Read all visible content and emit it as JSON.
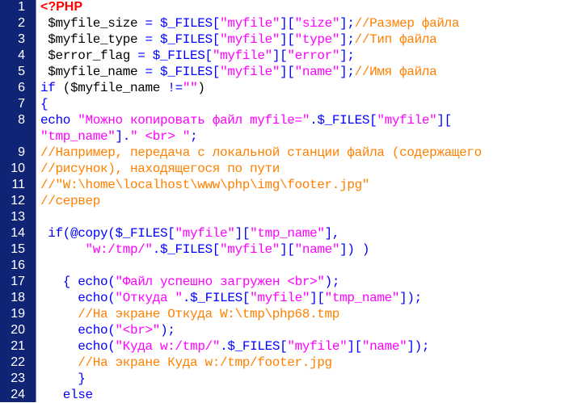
{
  "editor": {
    "lines": [
      {
        "num": "1",
        "tokens": [
          {
            "c": "ph",
            "t": "<?PHP"
          }
        ]
      },
      {
        "num": "2",
        "tokens": [
          {
            "c": "var",
            "t": " $myfile_size "
          },
          {
            "c": "op",
            "t": "= $_FILES["
          },
          {
            "c": "str",
            "t": "\"myfile\""
          },
          {
            "c": "op",
            "t": "]["
          },
          {
            "c": "str",
            "t": "\"size\""
          },
          {
            "c": "op",
            "t": "];"
          },
          {
            "c": "cmt",
            "t": "//Размер файла"
          }
        ]
      },
      {
        "num": "3",
        "tokens": [
          {
            "c": "var",
            "t": " $myfile_type "
          },
          {
            "c": "op",
            "t": "= $_FILES["
          },
          {
            "c": "str",
            "t": "\"myfile\""
          },
          {
            "c": "op",
            "t": "]["
          },
          {
            "c": "str",
            "t": "\"type\""
          },
          {
            "c": "op",
            "t": "];"
          },
          {
            "c": "cmt",
            "t": "//Тип файла"
          }
        ]
      },
      {
        "num": "4",
        "tokens": [
          {
            "c": "var",
            "t": " $error_flag "
          },
          {
            "c": "op",
            "t": "= $_FILES["
          },
          {
            "c": "str",
            "t": "\"myfile\""
          },
          {
            "c": "op",
            "t": "]["
          },
          {
            "c": "str",
            "t": "\"error\""
          },
          {
            "c": "op",
            "t": "];"
          }
        ]
      },
      {
        "num": "5",
        "tokens": [
          {
            "c": "var",
            "t": " $myfile_name "
          },
          {
            "c": "op",
            "t": "= $_FILES["
          },
          {
            "c": "str",
            "t": "\"myfile\""
          },
          {
            "c": "op",
            "t": "]["
          },
          {
            "c": "str",
            "t": "\"name\""
          },
          {
            "c": "op",
            "t": "];"
          },
          {
            "c": "cmt",
            "t": "//Имя файла"
          }
        ]
      },
      {
        "num": "6",
        "tokens": [
          {
            "c": "kw",
            "t": "if "
          },
          {
            "c": "pl",
            "t": "("
          },
          {
            "c": "var",
            "t": "$myfile_name "
          },
          {
            "c": "op",
            "t": "!="
          },
          {
            "c": "str",
            "t": "\"\""
          },
          {
            "c": "pl",
            "t": ")"
          }
        ]
      },
      {
        "num": "7",
        "tokens": [
          {
            "c": "op",
            "t": "{"
          }
        ]
      },
      {
        "num": "8",
        "tokens": [
          {
            "c": "kw",
            "t": "echo "
          },
          {
            "c": "str",
            "t": "\"Можно копировать файл myfile=\""
          },
          {
            "c": "op",
            "t": ".$_FILES["
          },
          {
            "c": "str",
            "t": "\"myfile\""
          },
          {
            "c": "op",
            "t": "]["
          }
        ]
      },
      {
        "num": "",
        "tokens": [
          {
            "c": "str",
            "t": "\"tmp_name\""
          },
          {
            "c": "op",
            "t": "]."
          },
          {
            "c": "str",
            "t": "\" <br> \""
          },
          {
            "c": "op",
            "t": ";"
          }
        ]
      },
      {
        "num": "9",
        "tokens": [
          {
            "c": "cmt",
            "t": "//Например, передача с локальной станции файла (содержащего"
          }
        ]
      },
      {
        "num": "10",
        "tokens": [
          {
            "c": "cmt",
            "t": "//рисунок), находящегося по пути"
          }
        ]
      },
      {
        "num": "11",
        "tokens": [
          {
            "c": "cmt",
            "t": "//\"W:\\home\\localhost\\www\\php\\img\\footer.jpg\""
          }
        ]
      },
      {
        "num": "12",
        "tokens": [
          {
            "c": "cmt",
            "t": "//сервер"
          }
        ]
      },
      {
        "num": "13",
        "tokens": []
      },
      {
        "num": "14",
        "tokens": [
          {
            "c": "kw",
            "t": " if"
          },
          {
            "c": "op",
            "t": "(@copy($_FILES["
          },
          {
            "c": "str",
            "t": "\"myfile\""
          },
          {
            "c": "op",
            "t": "]["
          },
          {
            "c": "str",
            "t": "\"tmp_name\""
          },
          {
            "c": "op",
            "t": "],"
          }
        ]
      },
      {
        "num": "15",
        "tokens": [
          {
            "c": "pl",
            "t": "      "
          },
          {
            "c": "str",
            "t": "\"w:/tmp/\""
          },
          {
            "c": "op",
            "t": ".$_FILES["
          },
          {
            "c": "str",
            "t": "\"myfile\""
          },
          {
            "c": "op",
            "t": "]["
          },
          {
            "c": "str",
            "t": "\"name\""
          },
          {
            "c": "op",
            "t": "]) )"
          }
        ]
      },
      {
        "num": "16",
        "tokens": []
      },
      {
        "num": "17",
        "tokens": [
          {
            "c": "op",
            "t": "   { "
          },
          {
            "c": "kw",
            "t": "echo"
          },
          {
            "c": "op",
            "t": "("
          },
          {
            "c": "str",
            "t": "\"Файл успешно загружен <br>\""
          },
          {
            "c": "op",
            "t": ");"
          }
        ]
      },
      {
        "num": "18",
        "tokens": [
          {
            "c": "pl",
            "t": "     "
          },
          {
            "c": "kw",
            "t": "echo"
          },
          {
            "c": "op",
            "t": "("
          },
          {
            "c": "str",
            "t": "\"Откуда \""
          },
          {
            "c": "op",
            "t": ".$_FILES["
          },
          {
            "c": "str",
            "t": "\"myfile\""
          },
          {
            "c": "op",
            "t": "]["
          },
          {
            "c": "str",
            "t": "\"tmp_name\""
          },
          {
            "c": "op",
            "t": "]);"
          }
        ]
      },
      {
        "num": "19",
        "tokens": [
          {
            "c": "cmt",
            "t": "     //На экране Откуда W:\\tmp\\php68.tmp"
          }
        ]
      },
      {
        "num": "20",
        "tokens": [
          {
            "c": "pl",
            "t": "     "
          },
          {
            "c": "kw",
            "t": "echo"
          },
          {
            "c": "op",
            "t": "("
          },
          {
            "c": "str",
            "t": "\"<br>\""
          },
          {
            "c": "op",
            "t": ");"
          }
        ]
      },
      {
        "num": "21",
        "tokens": [
          {
            "c": "pl",
            "t": "     "
          },
          {
            "c": "kw",
            "t": "echo"
          },
          {
            "c": "op",
            "t": "("
          },
          {
            "c": "str",
            "t": "\"Куда w:/tmp/\""
          },
          {
            "c": "op",
            "t": ".$_FILES["
          },
          {
            "c": "str",
            "t": "\"myfile\""
          },
          {
            "c": "op",
            "t": "]["
          },
          {
            "c": "str",
            "t": "\"name\""
          },
          {
            "c": "op",
            "t": "]);"
          }
        ]
      },
      {
        "num": "22",
        "tokens": [
          {
            "c": "cmt",
            "t": "     //На экране Куда w:/tmp/footer.jpg"
          }
        ]
      },
      {
        "num": "23",
        "tokens": [
          {
            "c": "op",
            "t": "     }"
          }
        ]
      },
      {
        "num": "24",
        "tokens": [
          {
            "c": "kw",
            "t": "   else"
          }
        ]
      }
    ]
  }
}
